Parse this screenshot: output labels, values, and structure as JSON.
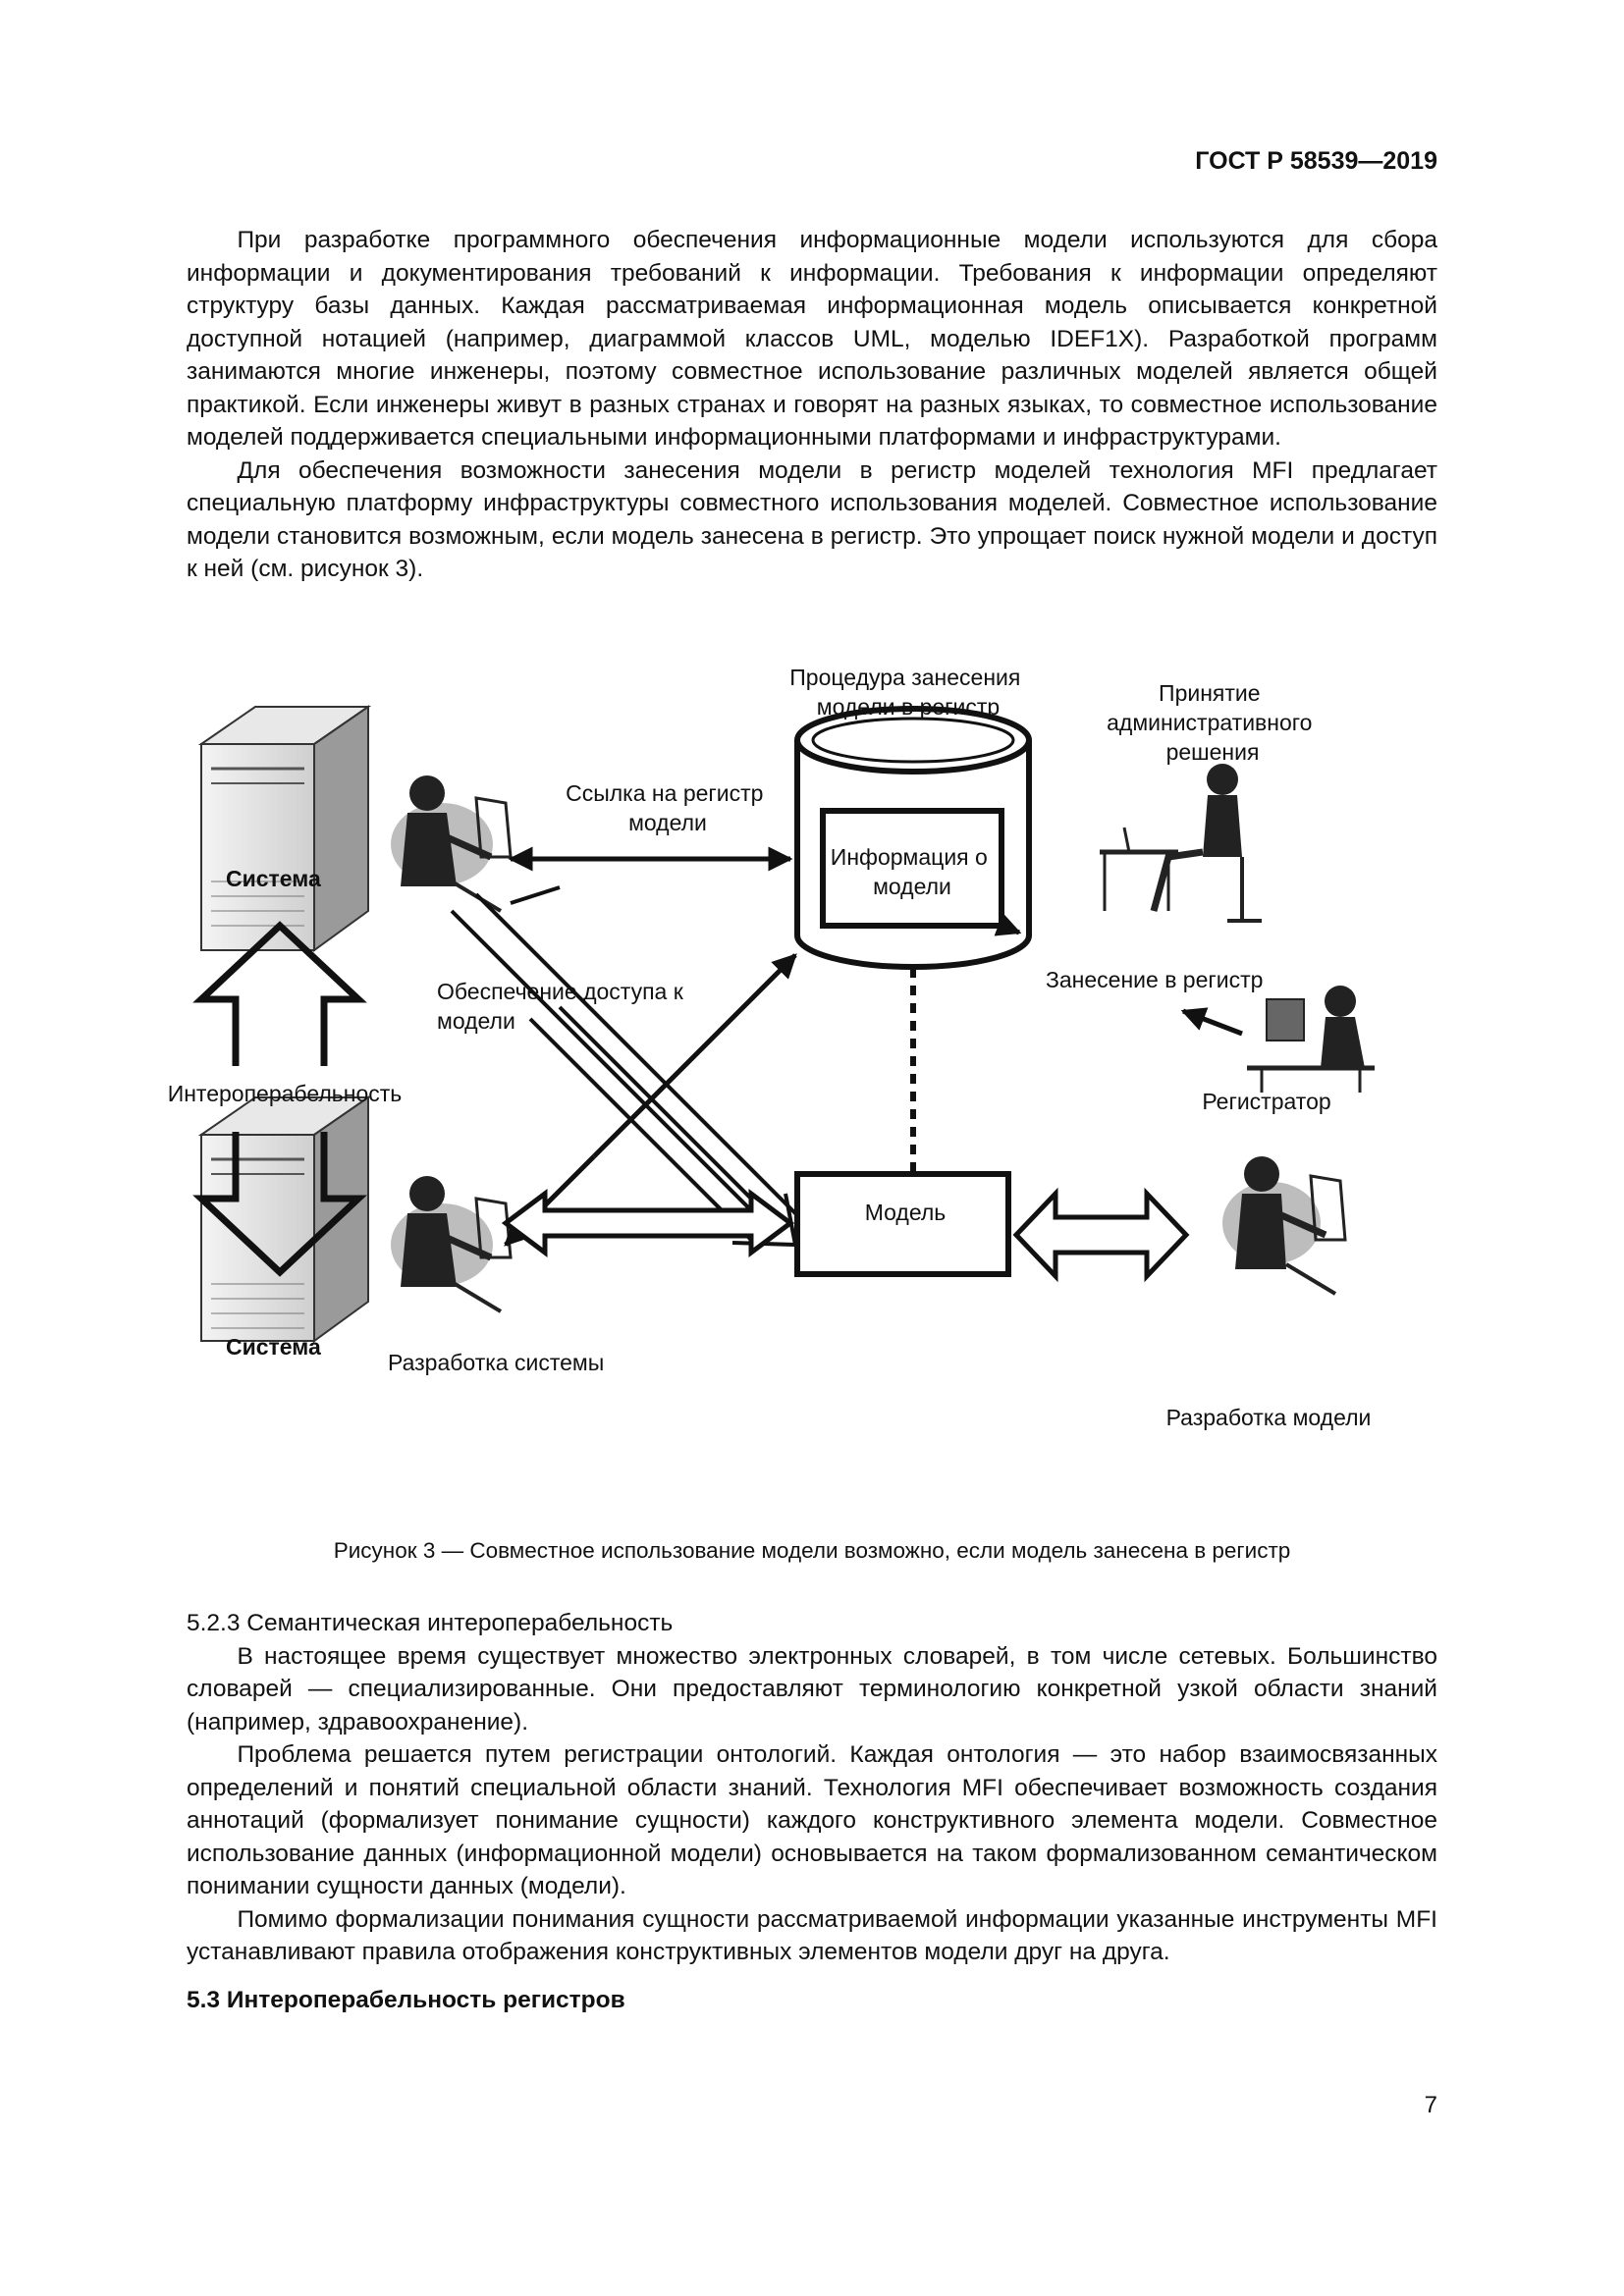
{
  "header": {
    "standard": "ГОСТ Р 58539—2019"
  },
  "intro": {
    "p1": "При разработке программного обеспечения информационные модели используются для сбора информации и документирования требований к информации. Требования к информации определяют структуру базы данных. Каждая рассматриваемая информационная модель описывается конкретной доступной нотацией (например, диаграммой классов UML, моделью IDEF1X). Разработкой программ занимаются многие инженеры, поэтому совместное использование различных моделей является общей практикой. Если инженеры живут в разных странах и говорят на разных языках, то совместное использование моделей поддерживается специальными информационными платформами и инфраструктурами.",
    "p2": "Для обеспечения возможности занесения модели в регистр моделей технология MFI предлагает специальную платформу инфраструктуры совместного использования моделей. Совместное использование модели становится возможным, если модель занесена в регистр. Это упрощает поиск нужной модели и доступ к ней (см. рисунок 3)."
  },
  "figure": {
    "proc_line1": "Процедура занесения",
    "proc_line2": "модели в регистр",
    "admin_line1": "Принятие",
    "admin_line2": "административного",
    "admin_line3": "решения",
    "link_line1": "Ссылка на регистр",
    "link_line2": "модели",
    "info_line1": "Информация о",
    "info_line2": "модели",
    "system_top": "Система",
    "system_bottom": "Система",
    "access_line1": "Обеспечение доступа к",
    "access_line2": "модели",
    "register_entry": "Занесение в регистр",
    "interop": "Интероперабельность",
    "registrar": "Регистратор",
    "model": "Модель",
    "sys_dev": "Разработка системы",
    "model_dev": "Разработка модели"
  },
  "caption": "Рисунок 3 — Совместное использование модели возможно, если модель занесена в регистр",
  "section_523": {
    "heading": "5.2.3 Семантическая интероперабельность",
    "p1": "В настоящее время существует множество электронных словарей, в том числе сетевых. Большинство словарей — специализированные. Они предоставляют терминологию конкретной узкой области знаний (например, здравоохранение).",
    "p2": "Проблема решается путем регистрации онтологий. Каждая онтология — это набор взаимосвязанных определений и понятий специальной области знаний. Технология MFI обеспечивает возможность создания аннотаций (формализует понимание сущности) каждого конструктивного элемента модели. Совместное использование данных (информационной модели) основывается на таком формализованном семантическом понимании сущности данных (модели).",
    "p3": "Помимо формализации понимания сущности рассматриваемой информации указанные инструменты MFI устанавливают правила отображения конструктивных элементов модели друг на друга."
  },
  "section_53": {
    "title": "5.3 Интероперабельность регистров"
  },
  "page_number": "7"
}
